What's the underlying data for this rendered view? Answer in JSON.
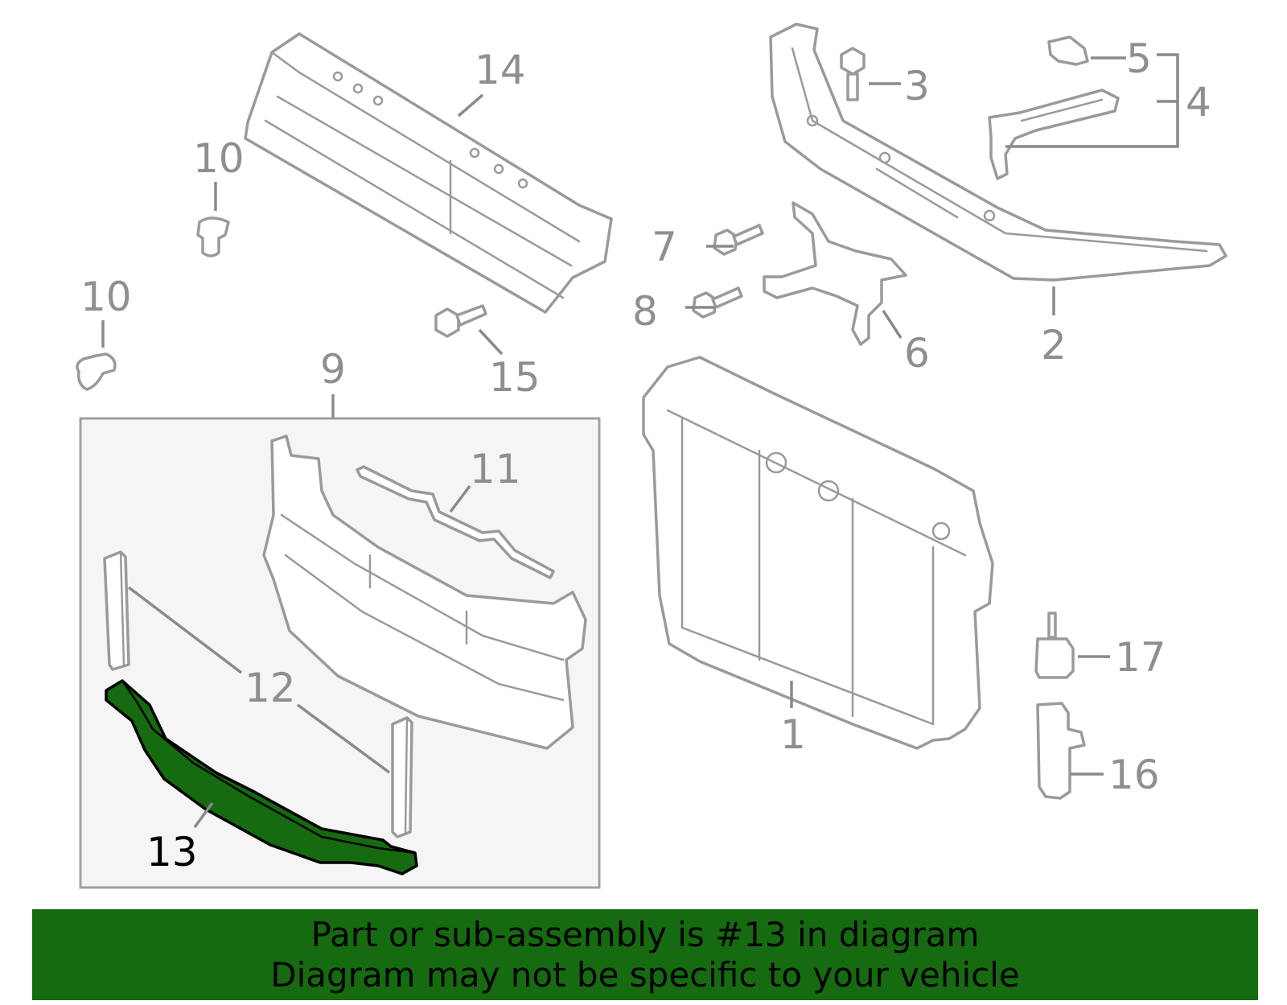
{
  "callouts": {
    "c1": "1",
    "c2": "2",
    "c3": "3",
    "c4": "4",
    "c5": "5",
    "c6": "6",
    "c7": "7",
    "c8": "8",
    "c9": "9",
    "c10a": "10",
    "c10b": "10",
    "c11": "11",
    "c12": "12",
    "c13": "13",
    "c14": "14",
    "c15": "15",
    "c16": "16",
    "c17": "17"
  },
  "highlight": {
    "part_number": "13",
    "color": "#166a10"
  },
  "banner": {
    "line1": "Part or sub-assembly is #13 in diagram",
    "line2": "Diagram may not be specific to your vehicle",
    "background": "#166a10"
  }
}
